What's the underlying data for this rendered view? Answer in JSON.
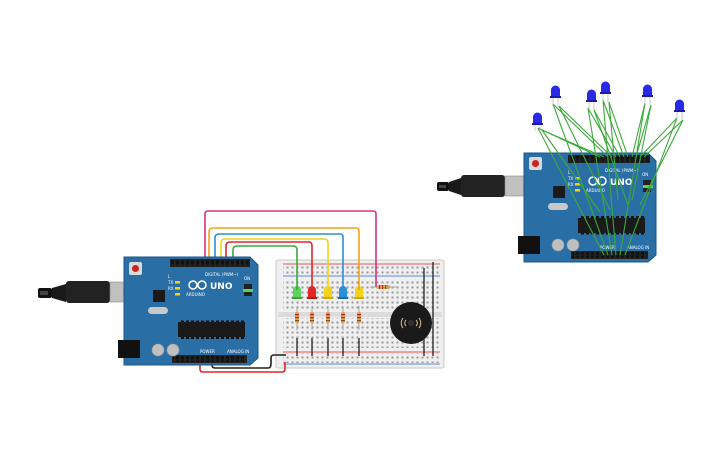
{
  "colors": {
    "board": "#2a6ea6",
    "board_dark": "#1c5486",
    "breadboard": "#eeeeee",
    "wire_green": "#3aaa3a",
    "wire_red": "#e02626",
    "wire_orange": "#f3a21b",
    "wire_blue": "#2a8fd6",
    "wire_magenta": "#d43384",
    "wire_black": "#222222",
    "led_blue": "#2a2ae6",
    "led_green": "#5ad45a",
    "led_red": "#e22525",
    "led_yellow": "#f2d21a"
  },
  "board1": {
    "logo": "UNO",
    "brand": "ARDUINO",
    "digital_label": "DIGITAL (PWM~)",
    "power_label": "POWER",
    "analog_label": "ANALOG IN",
    "tx_label": "TX",
    "rx_label": "RX",
    "l_label": "L",
    "on_label": "ON"
  },
  "board2": {
    "logo": "UNO",
    "brand": "ARDUINO",
    "digital_label": "DIGITAL (PWM~)",
    "power_label": "POWER",
    "analog_label": "ANALOG IN",
    "tx_label": "TX",
    "rx_label": "RX",
    "l_label": "L",
    "on_label": "ON"
  },
  "icons": {
    "usb": "usb-plug-icon",
    "buzzer": "piezo-buzzer-icon",
    "led": "led-icon",
    "resistor": "resistor-icon"
  }
}
